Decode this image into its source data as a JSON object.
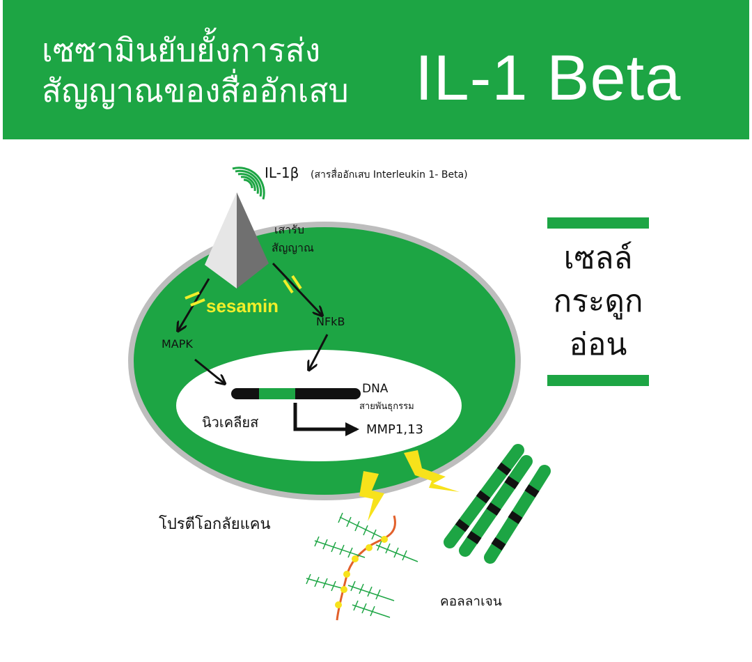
{
  "header": {
    "title_line1": "เซซามินยับยั้งการส่ง",
    "title_line2": "สัญญาณของสื่ออักเสบ",
    "title_big": "IL-1 Beta"
  },
  "diagram": {
    "ligand_symbol": "IL-1β",
    "ligand_desc": "(สารสื่ออักเสบ Interleukin 1- Beta)",
    "receptor_line1": "เสารับ",
    "receptor_line2": "สัญญาณ",
    "inhibitor": "sesamin",
    "pathway_left": "MAPK",
    "pathway_right": "NFkB",
    "dna": "DNA",
    "dna_desc": "สายพันธุกรรม",
    "nucleus": "นิวเคลียส",
    "output": "MMP1,13",
    "proteoglycan": "โปรตีโอกลัยแคน",
    "collagen": "คอลลาเจน"
  },
  "side": {
    "line1": "เซลล์",
    "line2": "กระดูก",
    "line3": "อ่อน"
  },
  "colors": {
    "brand_green": "#1da544",
    "highlight_yellow": "#f2ee2a",
    "bolt_yellow": "#f7e21b",
    "chain_orange": "#e2602b",
    "receptor_grey": "#7a7a7a"
  }
}
